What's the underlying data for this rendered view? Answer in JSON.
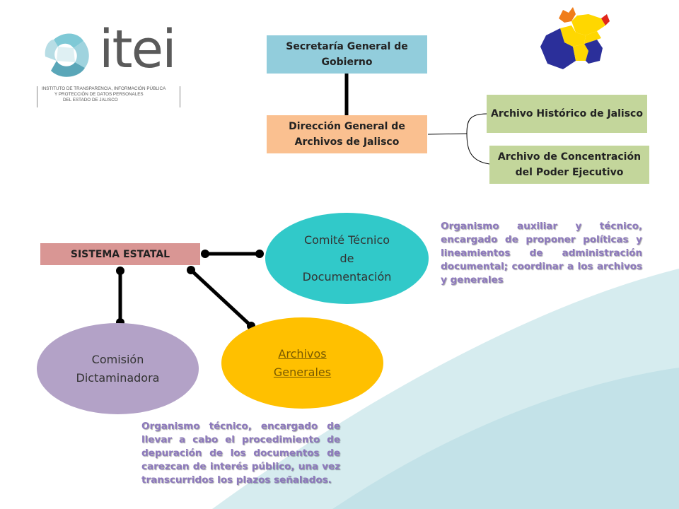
{
  "logo": {
    "name": "itei",
    "caption_lines": [
      "INSTITUTO DE TRANSPARENCIA, INFORMACIÓN PÚBLICA",
      "Y PROTECCIÓN DE DATOS PERSONALES",
      "DEL ESTADO DE JALISCO"
    ]
  },
  "org": {
    "secretaria": "Secretaría General de Gobierno",
    "direccion": "Dirección General de Archivos de Jalisco",
    "archivo_historico": "Archivo Histórico de Jalisco",
    "archivo_concentracion": "Archivo de Concentración del Poder Ejecutivo"
  },
  "sistema": {
    "label": "SISTEMA ESTATAL",
    "comite": "Comité Técnico de Documentación",
    "comision": "Comisión Dictaminadora",
    "archivos": "Archivos Generales"
  },
  "notes": {
    "comite": "Organismo auxiliar y técnico, encargado de proponer políticas y lineamientos de administración documental; coordinar a los archivos y generales",
    "comision": "Organismo técnico, encargado de llevar a cabo el procedimiento de depuración de los documentos de carezcan de interés público, una vez transcurridos los plazos señalados."
  },
  "colors": {
    "secretaria": "#92cddc",
    "direccion": "#fac090",
    "archivos_verde": "#c3d69b",
    "sistema": "#d99694",
    "comite": "#31c9c9",
    "comision": "#b3a2c7",
    "archivos_generales": "#ffc000",
    "note_text": "#8d79bd"
  }
}
